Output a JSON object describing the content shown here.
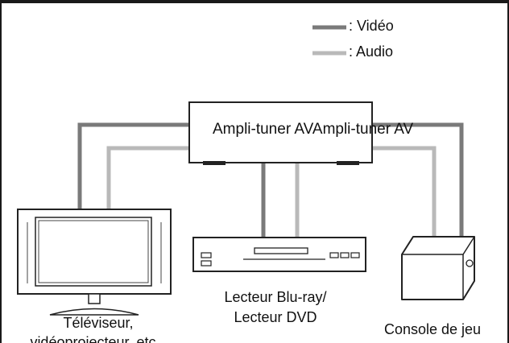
{
  "legend": {
    "video_label": ": Vidéo",
    "audio_label": ": Audio",
    "video_color": "#7a7a7a",
    "audio_color": "#b9b9b9"
  },
  "amplifier": {
    "label": "Ampli-tuner AVAmpli-tuner AV"
  },
  "devices": {
    "tv": {
      "line1": "Téléviseur,",
      "line2": "vidéoprojecteur, etc."
    },
    "bluray": {
      "line1": "Lecteur Blu-ray/",
      "line2": "Lecteur DVD"
    },
    "console": {
      "label": "Console de jeu"
    }
  }
}
